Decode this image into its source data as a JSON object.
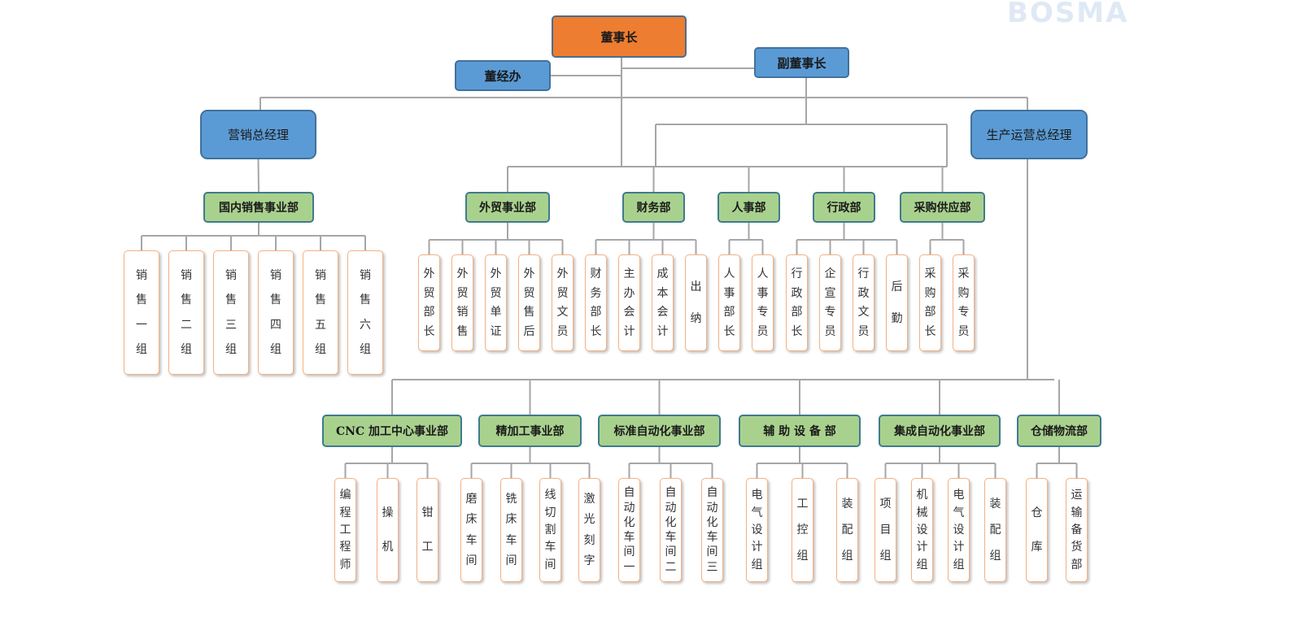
{
  "watermark": "BOSMA",
  "colors": {
    "line": "#a6a6a6",
    "chairman": "#ed7d31",
    "manager": "#5b9bd5",
    "department": "#a9d18e",
    "unit_border": "#f4b183"
  },
  "nodes": [
    {
      "id": "chair",
      "label": "董事长",
      "kind": "top-orange"
    },
    {
      "id": "office",
      "label": "董经办",
      "kind": "top-blue"
    },
    {
      "id": "vice",
      "label": "副董事长",
      "kind": "top-blue"
    },
    {
      "id": "sales_gm",
      "label": "营销总经理",
      "kind": "mgr"
    },
    {
      "id": "prod_gm",
      "label": "生产运营总经理",
      "kind": "mgr"
    },
    {
      "id": "d_domestic",
      "label": "国内销售事业部",
      "kind": "dept"
    },
    {
      "id": "d_foreign",
      "label": "外贸事业部",
      "kind": "dept"
    },
    {
      "id": "d_finance",
      "label": "财务部",
      "kind": "dept"
    },
    {
      "id": "d_hr",
      "label": "人事部",
      "kind": "dept"
    },
    {
      "id": "d_admin",
      "label": "行政部",
      "kind": "dept"
    },
    {
      "id": "d_purchase",
      "label": "采购供应部",
      "kind": "dept"
    },
    {
      "id": "u_s1",
      "label": "销售一组",
      "kind": "leaf"
    },
    {
      "id": "u_s2",
      "label": "销售二组",
      "kind": "leaf"
    },
    {
      "id": "u_s3",
      "label": "销售三组",
      "kind": "leaf"
    },
    {
      "id": "u_s4",
      "label": "销售四组",
      "kind": "leaf"
    },
    {
      "id": "u_s5",
      "label": "销售五组",
      "kind": "leaf"
    },
    {
      "id": "u_s6",
      "label": "销售六组",
      "kind": "leaf"
    },
    {
      "id": "u_f1",
      "label": "外贸部长",
      "kind": "leaf"
    },
    {
      "id": "u_f2",
      "label": "外贸销售",
      "kind": "leaf"
    },
    {
      "id": "u_f3",
      "label": "外贸单证",
      "kind": "leaf"
    },
    {
      "id": "u_f4",
      "label": "外贸售后",
      "kind": "leaf"
    },
    {
      "id": "u_f5",
      "label": "外贸文员",
      "kind": "leaf"
    },
    {
      "id": "u_c1",
      "label": "财务部长",
      "kind": "leaf"
    },
    {
      "id": "u_c2",
      "label": "主办会计",
      "kind": "leaf"
    },
    {
      "id": "u_c3",
      "label": "成本会计",
      "kind": "leaf"
    },
    {
      "id": "u_c4",
      "label": "出纳",
      "kind": "leaf"
    },
    {
      "id": "u_h1",
      "label": "人事部长",
      "kind": "leaf"
    },
    {
      "id": "u_h2",
      "label": "人事专员",
      "kind": "leaf"
    },
    {
      "id": "u_a1",
      "label": "行政部长",
      "kind": "leaf"
    },
    {
      "id": "u_a2",
      "label": "企宣专员",
      "kind": "leaf"
    },
    {
      "id": "u_a3",
      "label": "行政文员",
      "kind": "leaf"
    },
    {
      "id": "u_a4",
      "label": "后勤",
      "kind": "leaf"
    },
    {
      "id": "u_p1",
      "label": "采购部长",
      "kind": "leaf"
    },
    {
      "id": "u_p2",
      "label": "采购专员",
      "kind": "leaf"
    },
    {
      "id": "d_cnc",
      "label": "CNC 加工中心事业部",
      "kind": "dept"
    },
    {
      "id": "d_fine",
      "label": "精加工事业部",
      "kind": "dept"
    },
    {
      "id": "d_std",
      "label": "标准自动化事业部",
      "kind": "dept"
    },
    {
      "id": "d_aux",
      "label": "辅 助 设 备 部",
      "kind": "dept"
    },
    {
      "id": "d_int",
      "label": "集成自动化事业部",
      "kind": "dept"
    },
    {
      "id": "d_wh",
      "label": "仓储物流部",
      "kind": "dept"
    },
    {
      "id": "u_n1",
      "label": "编程工程师",
      "kind": "leaf"
    },
    {
      "id": "u_n2",
      "label": "操机",
      "kind": "leaf"
    },
    {
      "id": "u_n3",
      "label": "钳工",
      "kind": "leaf"
    },
    {
      "id": "u_j1",
      "label": "磨床车间",
      "kind": "leaf"
    },
    {
      "id": "u_j2",
      "label": "铣床车间",
      "kind": "leaf"
    },
    {
      "id": "u_j3",
      "label": "线切割车间",
      "kind": "leaf"
    },
    {
      "id": "u_j4",
      "label": "激光刻字",
      "kind": "leaf"
    },
    {
      "id": "u_b1",
      "label": "自动化车间一",
      "kind": "leaf"
    },
    {
      "id": "u_b2",
      "label": "自动化车间二",
      "kind": "leaf"
    },
    {
      "id": "u_b3",
      "label": "自动化车间三",
      "kind": "leaf"
    },
    {
      "id": "u_x1",
      "label": "电气设计组",
      "kind": "leaf"
    },
    {
      "id": "u_x2",
      "label": "工控组",
      "kind": "leaf"
    },
    {
      "id": "u_x3",
      "label": "装配组",
      "kind": "leaf"
    },
    {
      "id": "u_i1",
      "label": "项目组",
      "kind": "leaf"
    },
    {
      "id": "u_i2",
      "label": "机械设计组",
      "kind": "leaf"
    },
    {
      "id": "u_i3",
      "label": "电气设计组",
      "kind": "leaf"
    },
    {
      "id": "u_i4",
      "label": "装配组",
      "kind": "leaf"
    },
    {
      "id": "u_w1",
      "label": "仓库",
      "kind": "leaf"
    },
    {
      "id": "u_w2",
      "label": "运输备货部",
      "kind": "leaf"
    }
  ],
  "edges": [
    [
      "chair",
      "office"
    ],
    [
      "chair",
      "vice"
    ],
    [
      "chair",
      "sales_gm"
    ],
    [
      "chair",
      "prod_gm"
    ],
    [
      "sales_gm",
      "d_domestic"
    ],
    [
      "chair",
      "d_foreign"
    ],
    [
      "vice",
      "d_finance"
    ],
    [
      "vice",
      "d_hr"
    ],
    [
      "vice",
      "d_admin"
    ],
    [
      "vice",
      "d_purchase"
    ],
    [
      "d_domestic",
      "u_s1"
    ],
    [
      "d_domestic",
      "u_s2"
    ],
    [
      "d_domestic",
      "u_s3"
    ],
    [
      "d_domestic",
      "u_s4"
    ],
    [
      "d_domestic",
      "u_s5"
    ],
    [
      "d_domestic",
      "u_s6"
    ],
    [
      "d_foreign",
      "u_f1"
    ],
    [
      "d_foreign",
      "u_f2"
    ],
    [
      "d_foreign",
      "u_f3"
    ],
    [
      "d_foreign",
      "u_f4"
    ],
    [
      "d_foreign",
      "u_f5"
    ],
    [
      "d_finance",
      "u_c1"
    ],
    [
      "d_finance",
      "u_c2"
    ],
    [
      "d_finance",
      "u_c3"
    ],
    [
      "d_finance",
      "u_c4"
    ],
    [
      "d_hr",
      "u_h1"
    ],
    [
      "d_hr",
      "u_h2"
    ],
    [
      "d_admin",
      "u_a1"
    ],
    [
      "d_admin",
      "u_a2"
    ],
    [
      "d_admin",
      "u_a3"
    ],
    [
      "d_admin",
      "u_a4"
    ],
    [
      "d_purchase",
      "u_p1"
    ],
    [
      "d_purchase",
      "u_p2"
    ],
    [
      "prod_gm",
      "d_cnc"
    ],
    [
      "prod_gm",
      "d_fine"
    ],
    [
      "prod_gm",
      "d_std"
    ],
    [
      "prod_gm",
      "d_aux"
    ],
    [
      "prod_gm",
      "d_int"
    ],
    [
      "prod_gm",
      "d_wh"
    ],
    [
      "d_cnc",
      "u_n1"
    ],
    [
      "d_cnc",
      "u_n2"
    ],
    [
      "d_cnc",
      "u_n3"
    ],
    [
      "d_fine",
      "u_j1"
    ],
    [
      "d_fine",
      "u_j2"
    ],
    [
      "d_fine",
      "u_j3"
    ],
    [
      "d_fine",
      "u_j4"
    ],
    [
      "d_std",
      "u_b1"
    ],
    [
      "d_std",
      "u_b2"
    ],
    [
      "d_std",
      "u_b3"
    ],
    [
      "d_aux",
      "u_x1"
    ],
    [
      "d_aux",
      "u_x2"
    ],
    [
      "d_aux",
      "u_x3"
    ],
    [
      "d_int",
      "u_i1"
    ],
    [
      "d_int",
      "u_i2"
    ],
    [
      "d_int",
      "u_i3"
    ],
    [
      "d_int",
      "u_i4"
    ],
    [
      "d_wh",
      "u_w1"
    ],
    [
      "d_wh",
      "u_w2"
    ]
  ]
}
